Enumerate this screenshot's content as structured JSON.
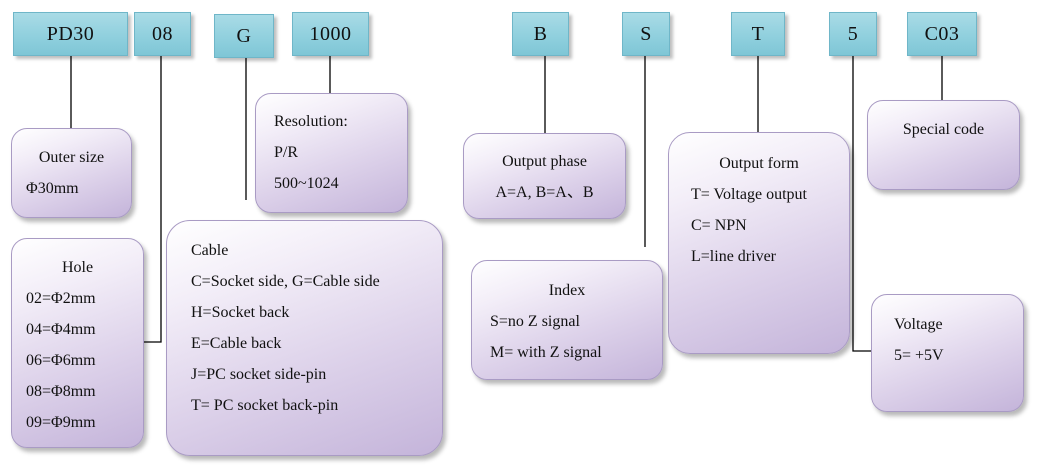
{
  "codes": {
    "pd30": "PD30",
    "c08": "08",
    "g": "G",
    "c1000": "1000",
    "b": "B",
    "s": "S",
    "t": "T",
    "five": "5",
    "c03": "C03"
  },
  "outer_size": {
    "title": "Outer size",
    "value": "Φ30mm"
  },
  "hole": {
    "title": "Hole",
    "items": [
      "02=Φ2mm",
      "04=Φ4mm",
      "06=Φ6mm",
      "08=Φ8mm",
      "09=Φ9mm"
    ]
  },
  "resolution": {
    "title": "Resolution:",
    "unit": "P/R",
    "range": "500~1024"
  },
  "cable": {
    "title": "Cable",
    "items": [
      "C=Socket side, G=Cable side",
      "H=Socket back",
      "E=Cable back",
      "J=PC socket side-pin",
      "T= PC socket back-pin"
    ]
  },
  "output_phase": {
    "title": "Output phase",
    "value": "A=A, B=A、B"
  },
  "index": {
    "title": "Index",
    "items": [
      "S=no Z signal",
      "M= with Z signal"
    ]
  },
  "output_form": {
    "title": "Output form",
    "items": [
      "T= Voltage output",
      "C= NPN",
      "L=line driver"
    ]
  },
  "special_code": {
    "title": "Special code"
  },
  "voltage": {
    "title": "Voltage",
    "value": "5= +5V"
  }
}
